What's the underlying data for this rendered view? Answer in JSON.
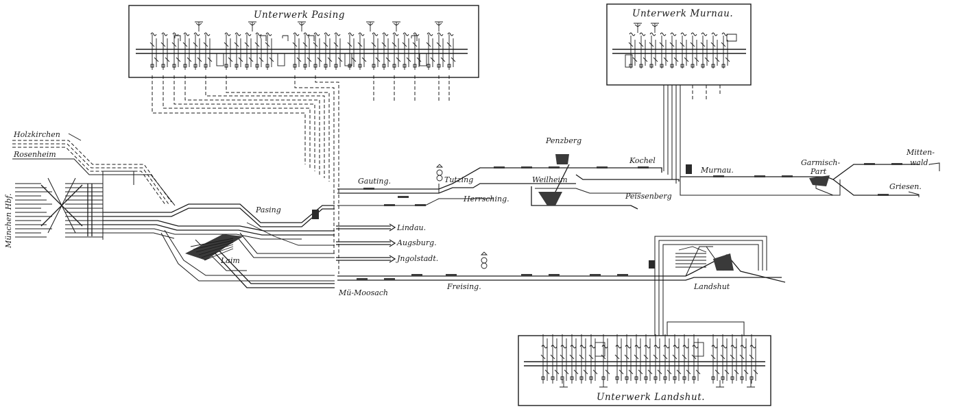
{
  "substations": {
    "pasing": "Unterwerk Pasing",
    "murnau": "Unterwerk Murnau.",
    "landshut": "Unterwerk Landshut."
  },
  "stations": {
    "holzkirchen": "Holzkirchen",
    "rosenheim": "Rosenheim",
    "muenchen": "München Hbf.",
    "pasing": "Pasing",
    "laim": "Laim",
    "gauting": "Gauting.",
    "tutzing": "Tutzing",
    "herrsching": "Herrsching.",
    "penzberg": "Penzberg",
    "kochel": "Kochel",
    "weilheim": "Weilheim",
    "peissenberg": "Peissenberg",
    "murnau": "Murnau.",
    "garmisch": "Garmisch-",
    "partenkirchen": "Part",
    "mittenwald_1": "Mitten-",
    "mittenwald_2": "wald.",
    "griesen": "Griesen.",
    "lindau": "Lindau.",
    "augsburg": "Augsburg.",
    "ingolstadt": "Jngolstadt.",
    "moosach": "Mü-Moosach",
    "freising": "Freising.",
    "landshut": "Landshut"
  }
}
